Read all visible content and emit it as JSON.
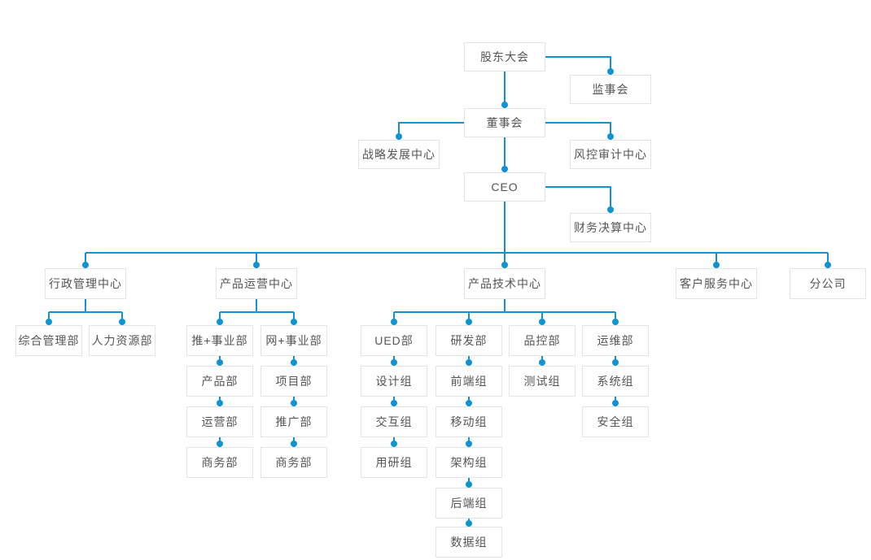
{
  "diagram": {
    "type": "org-chart",
    "language": "zh-CN"
  },
  "colors": {
    "line": "#1193d3",
    "node_border": "#e4e4e4",
    "node_bg": "#ffffff",
    "node_text": "#555555",
    "background": "#ffffff"
  },
  "nodes": {
    "shareholders_meeting": "股东大会",
    "supervisory_board": "监事会",
    "board_of_directors": "董事会",
    "strategy_center": "战略发展中心",
    "risk_audit_center": "风控审计中心",
    "ceo": "CEO",
    "finance_center": "财务决算中心",
    "admin_center": "行政管理中心",
    "general_mgmt_dept": "综合管理部",
    "hr_dept": "人力资源部",
    "product_ops_center": "产品运营中心",
    "tui_division": "推+事业部",
    "wang_division": "网+事业部",
    "product_dept": "产品部",
    "operations_dept": "运营部",
    "business_dept_1": "商务部",
    "project_dept": "项目部",
    "promotion_dept": "推广部",
    "business_dept_2": "商务部",
    "product_tech_center": "产品技术中心",
    "ued_dept": "UED部",
    "design_group": "设计组",
    "interaction_group": "交互组",
    "user_research_group": "用研组",
    "rd_dept": "研发部",
    "frontend_group": "前端组",
    "mobile_group": "移动组",
    "architecture_group": "架构组",
    "backend_group": "后端组",
    "data_group": "数据组",
    "qc_dept": "品控部",
    "testing_group": "测试组",
    "ops_dept": "运维部",
    "system_group": "系统组",
    "security_group": "安全组",
    "customer_service_center": "客户服务中心",
    "branch_company": "分公司"
  },
  "structure": {
    "label": "股东大会",
    "children": [
      {
        "label": "监事会"
      },
      {
        "label": "董事会",
        "children": [
          {
            "label": "战略发展中心"
          },
          {
            "label": "风控审计中心"
          },
          {
            "label": "CEO",
            "children": [
              {
                "label": "财务决算中心"
              },
              {
                "label": "行政管理中心",
                "children": [
                  {
                    "label": "综合管理部"
                  },
                  {
                    "label": "人力资源部"
                  }
                ]
              },
              {
                "label": "产品运营中心",
                "children": [
                  {
                    "label": "推+事业部",
                    "children": [
                      {
                        "label": "产品部",
                        "children": [
                          {
                            "label": "运营部",
                            "children": [
                              {
                                "label": "商务部"
                              }
                            ]
                          }
                        ]
                      }
                    ]
                  },
                  {
                    "label": "网+事业部",
                    "children": [
                      {
                        "label": "项目部",
                        "children": [
                          {
                            "label": "推广部",
                            "children": [
                              {
                                "label": "商务部"
                              }
                            ]
                          }
                        ]
                      }
                    ]
                  }
                ]
              },
              {
                "label": "产品技术中心",
                "children": [
                  {
                    "label": "UED部",
                    "children": [
                      {
                        "label": "设计组",
                        "children": [
                          {
                            "label": "交互组",
                            "children": [
                              {
                                "label": "用研组"
                              }
                            ]
                          }
                        ]
                      }
                    ]
                  },
                  {
                    "label": "研发部",
                    "children": [
                      {
                        "label": "前端组",
                        "children": [
                          {
                            "label": "移动组",
                            "children": [
                              {
                                "label": "架构组",
                                "children": [
                                  {
                                    "label": "后端组",
                                    "children": [
                                      {
                                        "label": "数据组"
                                      }
                                    ]
                                  }
                                ]
                              }
                            ]
                          }
                        ]
                      }
                    ]
                  },
                  {
                    "label": "品控部",
                    "children": [
                      {
                        "label": "测试组"
                      }
                    ]
                  },
                  {
                    "label": "运维部",
                    "children": [
                      {
                        "label": "系统组",
                        "children": [
                          {
                            "label": "安全组"
                          }
                        ]
                      }
                    ]
                  }
                ]
              },
              {
                "label": "客户服务中心"
              },
              {
                "label": "分公司"
              }
            ]
          }
        ]
      }
    ]
  }
}
